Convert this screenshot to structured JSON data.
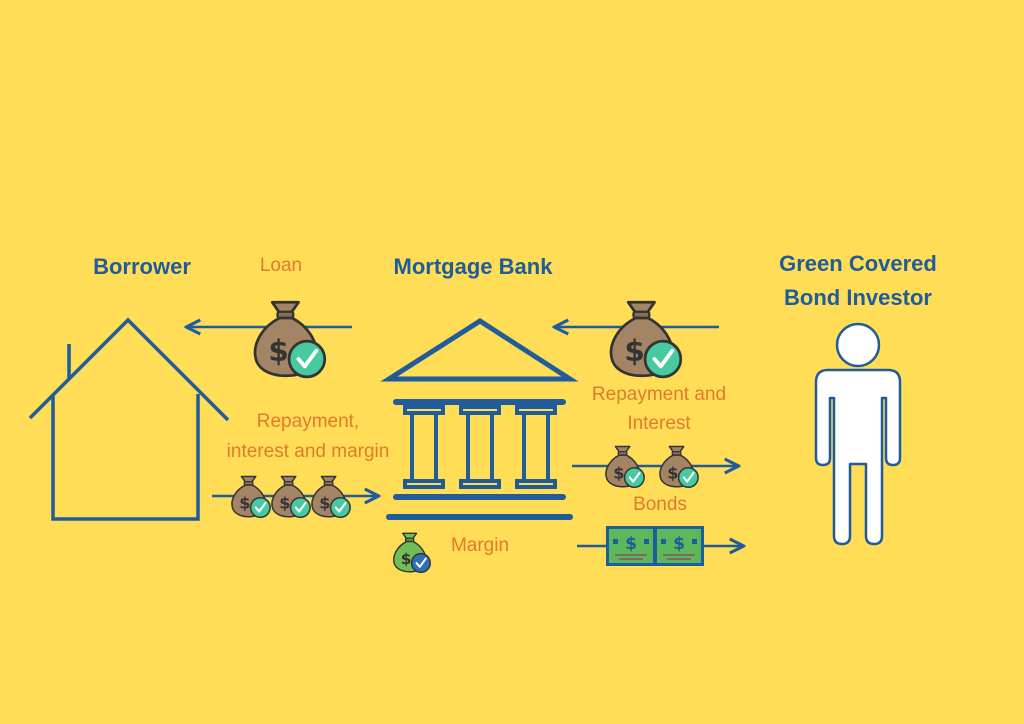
{
  "actors": {
    "borrower": "Borrower",
    "bank": "Mortgage Bank",
    "investor_line1": "Green Covered",
    "investor_line2": "Bond Investor"
  },
  "flows": {
    "loan": "Loan",
    "repayment_margin_line1": "Repayment,",
    "repayment_margin_line2": "interest and margin",
    "repayment_interest_line1": "Repayment and",
    "repayment_interest_line2": "Interest",
    "bonds": "Bonds",
    "margin": "Margin"
  },
  "icons": {
    "borrower": "house-icon",
    "bank": "bank-building-icon",
    "investor": "person-icon",
    "money": "money-bag-check-icon",
    "bond": "banknote-icon"
  },
  "colors": {
    "background": "#FFDD57",
    "line": "#1F5C99",
    "actor_text": "#1F5C99",
    "flow_text": "#E07B2E",
    "bag": "#A38566",
    "check": "#48C9A0",
    "note": "#5BB85B"
  }
}
